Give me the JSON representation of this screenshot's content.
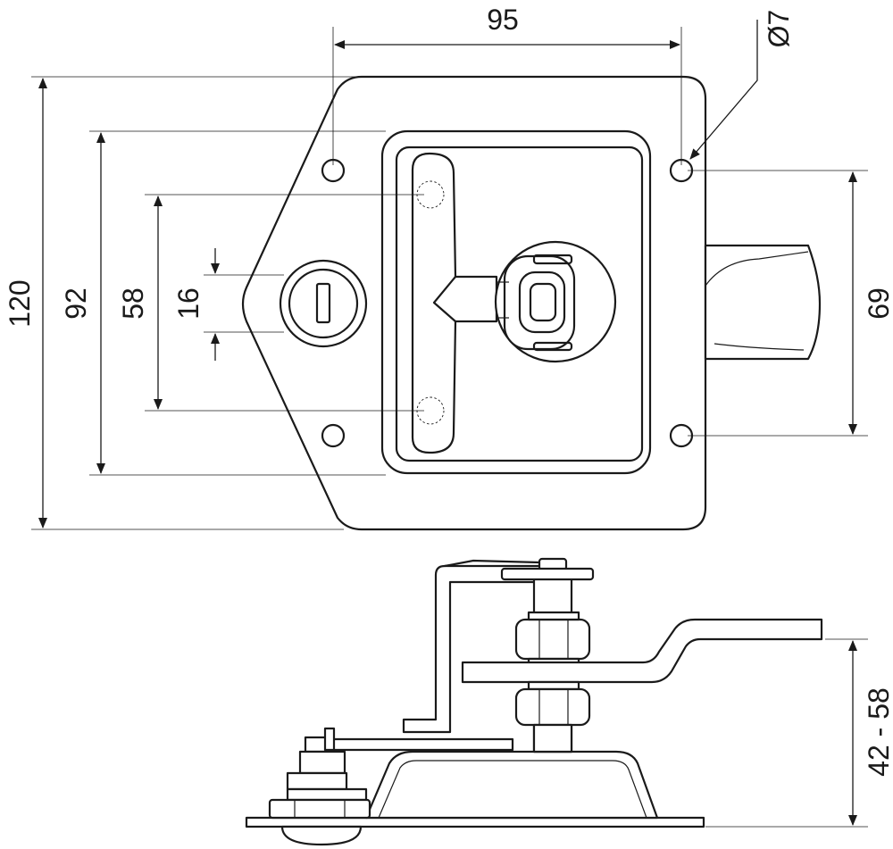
{
  "dimensions": {
    "width_top": "95",
    "hole_diameter": "Ø7",
    "height_total": "120",
    "height_inner": "92",
    "handle_span": "58",
    "lock_width": "16",
    "hole_spacing_right": "69",
    "adjust_range": "42 - 58"
  },
  "colors": {
    "line": "#1a1a1a",
    "background": "#ffffff"
  }
}
